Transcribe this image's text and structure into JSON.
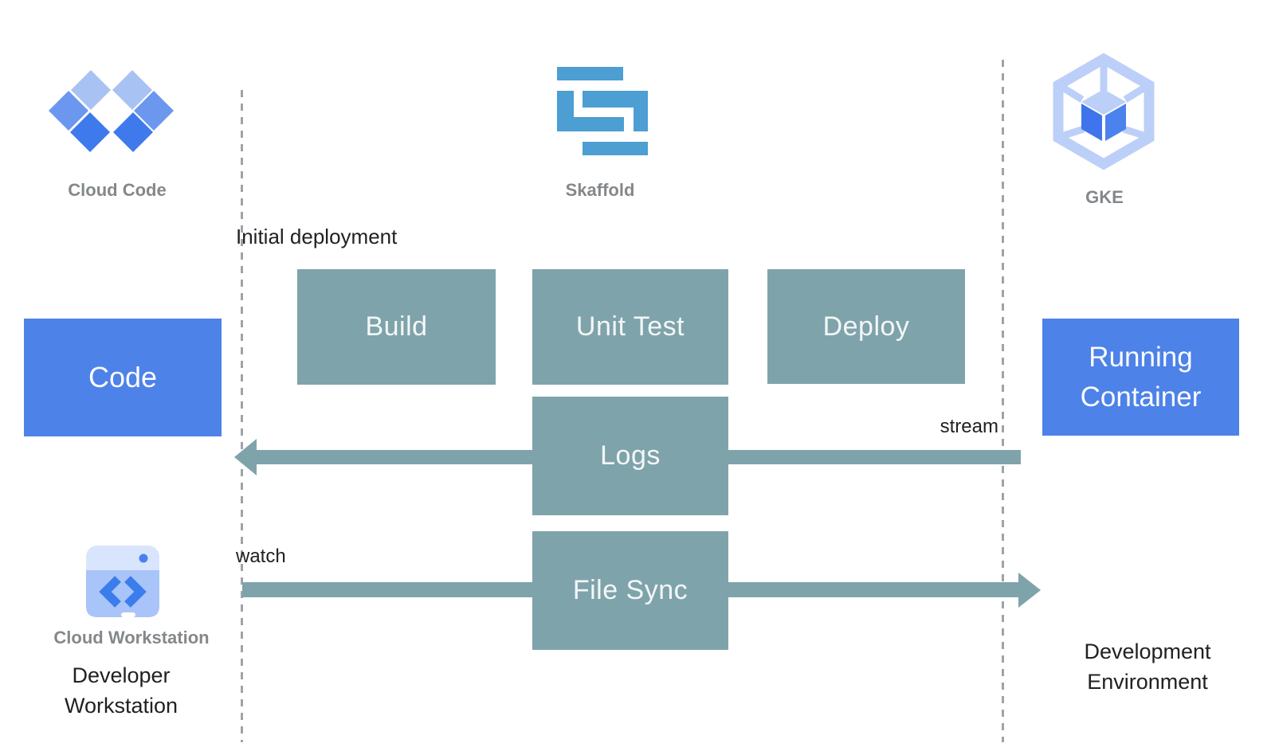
{
  "colors": {
    "teal": "#7FA3AB",
    "blue": "#4D82E8",
    "boxText": "#F3F7F7",
    "skaffoldBlue": "#4C9ED3",
    "ccLight": "#A9C2F4",
    "ccMid": "#6C97EF",
    "ccDark": "#3F7AEC",
    "gkeLight": "#BCCFF8",
    "gkeDark": "#3E74EC",
    "gkeMid": "#4C82EE",
    "wsTop": "#D9E5FC",
    "wsBody": "#A9C4F8",
    "wsAccent": "#4A80EE",
    "wsChevron": "#3B7DED",
    "grayLabel": "#84888B",
    "darkText": "#202124",
    "dash": "#9EA3A8"
  },
  "header_icons": {
    "cloud_code": "Cloud Code",
    "skaffold": "Skaffold",
    "gke": "GKE"
  },
  "annotations": {
    "initial_deployment": "Initial deployment",
    "stream": "stream",
    "watch": "watch"
  },
  "pipeline": {
    "build": "Build",
    "unit_test": "Unit Test",
    "deploy": "Deploy",
    "logs": "Logs",
    "file_sync": "File Sync"
  },
  "endpoints": {
    "code": "Code",
    "running_container": "Running Container"
  },
  "workstation": {
    "icon_label": "Cloud Workstation",
    "caption": "Developer Workstation"
  },
  "environment": {
    "caption": "Development Environment"
  }
}
